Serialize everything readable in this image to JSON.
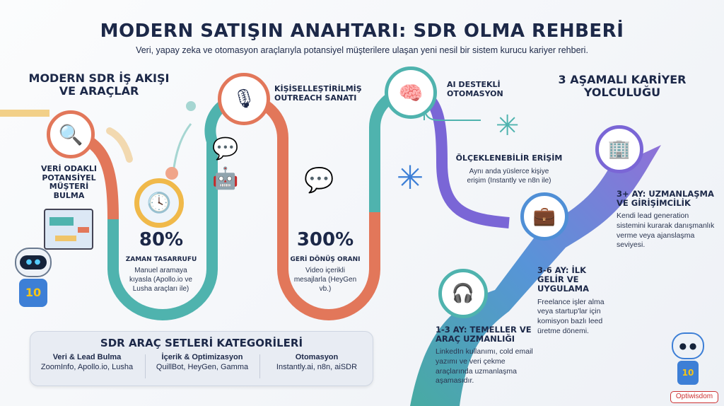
{
  "header": {
    "title": "MODERN SATIŞIN ANAHTARI: SDR OLMA REHBERİ",
    "subtitle": "Veri, yapay zeka ve otomasyon araçlarıyla potansiyel müşterilere ulaşan yeni nesil bir sistem kurucu kariyer rehberi."
  },
  "workflow": {
    "heading_line1": "MODERN SDR İŞ AKIŞI",
    "heading_line2": "VE ARAÇLAR",
    "step1": {
      "title": "VERİ ODAKLI POTANSİYEL MÜŞTERİ BULMA"
    },
    "stat1": {
      "value": "80%",
      "label": "ZAMAN TASARRUFU",
      "desc": "Manuel aramaya kıyasla (Apollo.io ve Lusha araçları ile)"
    },
    "step2": {
      "title": "KİŞİSELLEŞTİRİLMİŞ OUTREACH SANATI"
    },
    "stat2": {
      "value": "300%",
      "label": "GERİ DÖNÜŞ ORANI",
      "desc": "Video içerikli mesajlarla (HeyGen vb.)"
    },
    "step3": {
      "title": "AI DESTEKLİ OTOMASYON"
    },
    "scale": {
      "title": "ÖLÇEKLENEBİLİR ERİŞİM",
      "desc": "Aynı anda yüslerce kişiye erişim (Instantly ve n8n ile)"
    }
  },
  "tools": {
    "title": "SDR ARAÇ SETLERİ KATEGORİLERİ",
    "columns": [
      {
        "title": "Veri & Lead Bulma",
        "items": "ZoomInfo, Apollo.io, Lusha"
      },
      {
        "title": "İçerik & Optimizasyon",
        "items": "QuillBot, HeyGen, Gamma"
      },
      {
        "title": "Otomasyon",
        "items": "Instantly.ai, n8n, aiSDR"
      }
    ]
  },
  "career": {
    "heading_line1": "3 AŞAMALI KARİYER",
    "heading_line2": "YOLCULUĞU",
    "stages": [
      {
        "title": "1-3 AY: TEMELLER VE ARAÇ UZMANLIĞI",
        "desc": "LinkedIn kullanımı, cold email yazımı ve veri çekme araçlarında uzmanlaşma aşamasıdır."
      },
      {
        "title": "3-6 AY: İLK GELİR VE UYGULAMA",
        "desc": "Freelance işler alma veya startup'lar için komisyon bazlı leed üretme dönemi."
      },
      {
        "title": "3+ AY: UZMANLAŞMA VE GİRİŞİMCİLİK",
        "desc": "Kendi lead generation sistemini kurarak danışmanlık verme veya ajanslaşma seviyesi."
      }
    ]
  },
  "mascot": {
    "badge": "10"
  },
  "brand": {
    "logo": "Optiwisdom"
  },
  "colors": {
    "orange": "#e2775a",
    "teal": "#4fb3ae",
    "purple": "#7a66d6",
    "navy": "#1c2848"
  }
}
